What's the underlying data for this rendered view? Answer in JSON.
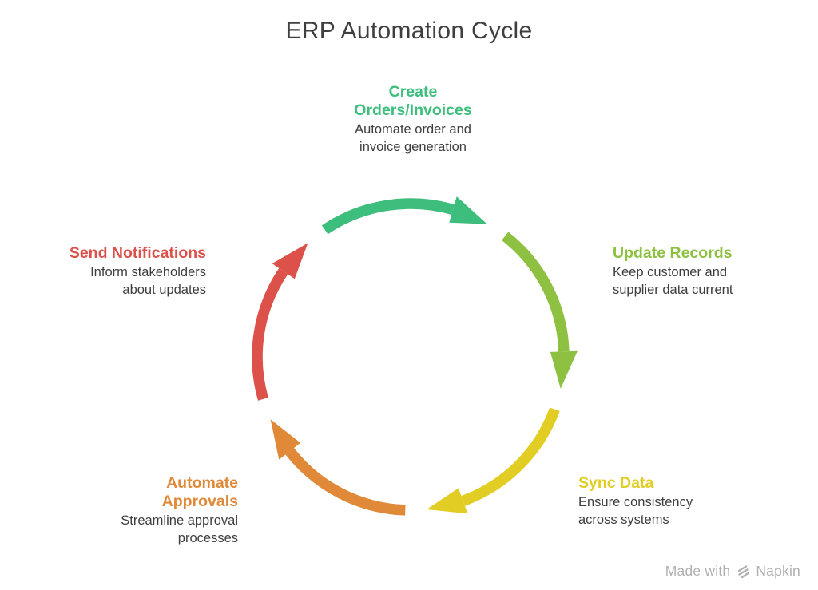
{
  "title": "ERP Automation Cycle",
  "cycle": {
    "segments": [
      {
        "id": "create-orders-invoices",
        "label": "Create\nOrders/Invoices",
        "description": "Automate order and\ninvoice generation",
        "color": "#3dbe7c"
      },
      {
        "id": "update-records",
        "label": "Update Records",
        "description": "Keep customer and\nsupplier data current",
        "color": "#8ec041"
      },
      {
        "id": "sync-data",
        "label": "Sync Data",
        "description": "Ensure consistency\nacross systems",
        "color": "#e2cd24"
      },
      {
        "id": "automate-approvals",
        "label": "Automate\nApprovals",
        "description": "Streamline approval\nprocesses",
        "color": "#e08938"
      },
      {
        "id": "send-notifications",
        "label": "Send Notifications",
        "description": "Inform stakeholders\nabout updates",
        "color": "#dc524b"
      }
    ]
  },
  "watermark": {
    "prefix": "Made with",
    "brand": "Napkin",
    "color": "#b0b0b0"
  }
}
